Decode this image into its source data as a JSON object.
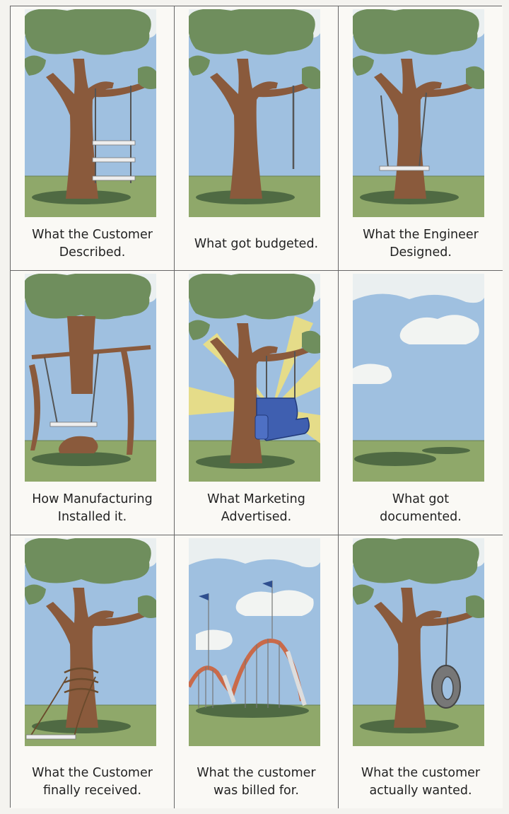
{
  "panels": [
    {
      "caption": "What the Customer\nDescribed."
    },
    {
      "caption": "What got budgeted."
    },
    {
      "caption": "What the Engineer\nDesigned."
    },
    {
      "caption": "How Manufacturing\nInstalled it."
    },
    {
      "caption": "What Marketing\nAdvertised."
    },
    {
      "caption": "What got\ndocumented."
    },
    {
      "caption": "What the Customer\nfinally received."
    },
    {
      "caption": "What the customer\nwas billed for."
    },
    {
      "caption": "What the customer\nactually wanted."
    }
  ],
  "colors": {
    "sky": "#9fc0e0",
    "cloud": "#f2f4f2",
    "grass": "#8fa86a",
    "trunk": "#8a5a3c",
    "foliage": "#6f8e5d",
    "shadow": "#4f6a43",
    "armchair": "#3f5fb0",
    "coaster": "#c96a4a",
    "flag": "#2f4f8f"
  }
}
